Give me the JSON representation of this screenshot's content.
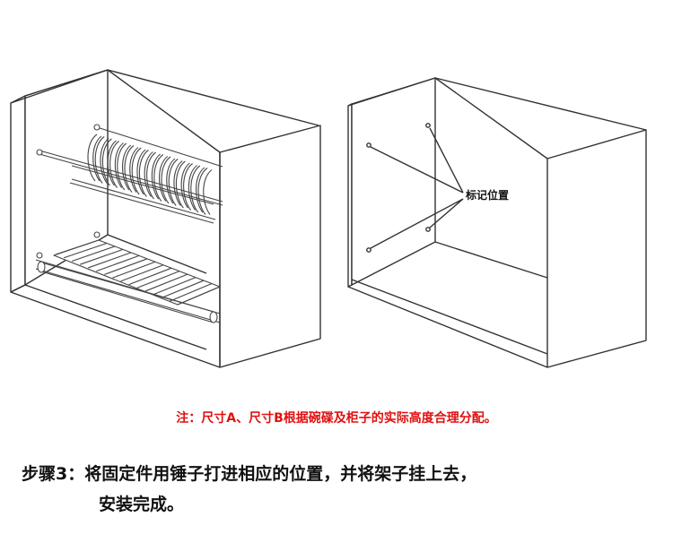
{
  "colors": {
    "note": "#e01010",
    "line": "#333333",
    "background": "#ffffff"
  },
  "diagram": {
    "left_cabinet": {
      "name": "cabinet-with-dish-rack"
    },
    "right_cabinet": {
      "name": "empty-cabinet-marked",
      "mark_label": "标记位置"
    }
  },
  "note": "注：尺寸A、尺寸B根据碗碟及柜子的实际高度合理分配。",
  "step": {
    "line1": "步骤3：将固定件用锤子打进相应的位置，并将架子挂上去，",
    "line2": "安装完成。"
  }
}
